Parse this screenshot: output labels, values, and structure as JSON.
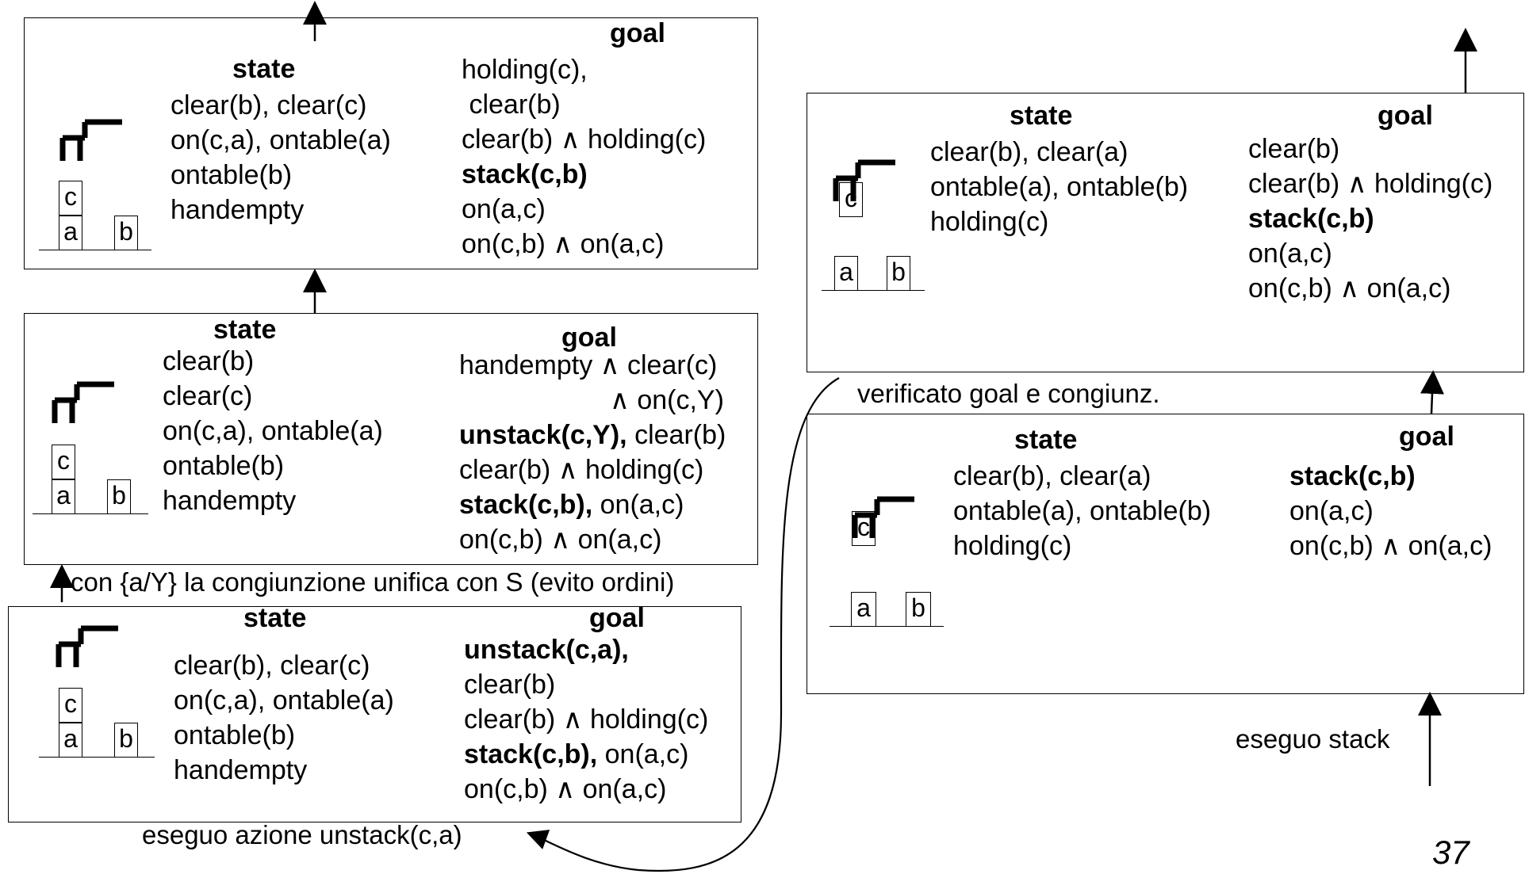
{
  "headers": {
    "state": "state",
    "goal": "goal"
  },
  "p1": {
    "state": [
      "clear(b), clear(c)",
      "on(c,a), ontable(a)",
      "ontable(b)",
      "handempty"
    ],
    "goal": [
      {
        "b": "",
        "n": "holding(c),"
      },
      {
        "b": "",
        "n": " clear(b)"
      },
      {
        "b": "",
        "n": "clear(b) ∧ holding(c)"
      },
      {
        "b": "stack(c,b)",
        "n": ""
      },
      {
        "b": "",
        "n": "on(a,c)"
      },
      {
        "b": "",
        "n": "on(c,b) ∧ on(a,c)"
      }
    ]
  },
  "p2": {
    "state": [
      "clear(b)",
      "clear(c)",
      "on(c,a), ontable(a)",
      "ontable(b)",
      "handempty"
    ],
    "goal": [
      {
        "b": "",
        "n": "handempty ∧ clear(c)"
      },
      {
        "b": "",
        "n": "∧ on(c,Y)"
      },
      {
        "b": "unstack(c,Y),",
        "n": " clear(b)"
      },
      {
        "b": "",
        "n": "clear(b) ∧ holding(c)"
      },
      {
        "b": "stack(c,b),",
        "n": " on(a,c)"
      },
      {
        "b": "",
        "n": "on(c,b) ∧ on(a,c)"
      }
    ]
  },
  "p3": {
    "state": [
      "clear(b), clear(c)",
      "on(c,a), ontable(a)",
      "ontable(b)",
      "handempty"
    ],
    "goal": [
      {
        "b": "unstack(c,a),",
        "n": ""
      },
      {
        "b": "",
        "n": "clear(b)"
      },
      {
        "b": "",
        "n": "clear(b) ∧ holding(c)"
      },
      {
        "b": "stack(c,b),",
        "n": " on(a,c)"
      },
      {
        "b": "",
        "n": "on(c,b) ∧ on(a,c)"
      }
    ]
  },
  "p4": {
    "state": [
      "clear(b), clear(a)",
      "ontable(a), ontable(b)",
      "holding(c)"
    ],
    "goal": [
      {
        "b": "",
        "n": "clear(b)"
      },
      {
        "b": "",
        "n": "clear(b) ∧ holding(c)"
      },
      {
        "b": "stack(c,b)",
        "n": ""
      },
      {
        "b": "",
        "n": "on(a,c)"
      },
      {
        "b": "",
        "n": "on(c,b) ∧ on(a,c)"
      }
    ]
  },
  "p5": {
    "state": [
      "clear(b), clear(a)",
      "ontable(a), ontable(b)",
      "holding(c)"
    ],
    "goal": [
      {
        "b": "stack(c,b)",
        "n": ""
      },
      {
        "b": "",
        "n": "on(a,c)"
      },
      {
        "b": "",
        "n": "on(c,b) ∧ on(a,c)"
      }
    ]
  },
  "blocks": {
    "a": "a",
    "b": "b",
    "c": "c"
  },
  "captions": {
    "unify": "con {a/Y} la congiunzione unifica con S (evito ordini)",
    "unstack": "eseguo azione unstack(c,a)",
    "verified": "verificato goal e congiunz.",
    "stack": "eseguo stack"
  },
  "page_number": "37"
}
